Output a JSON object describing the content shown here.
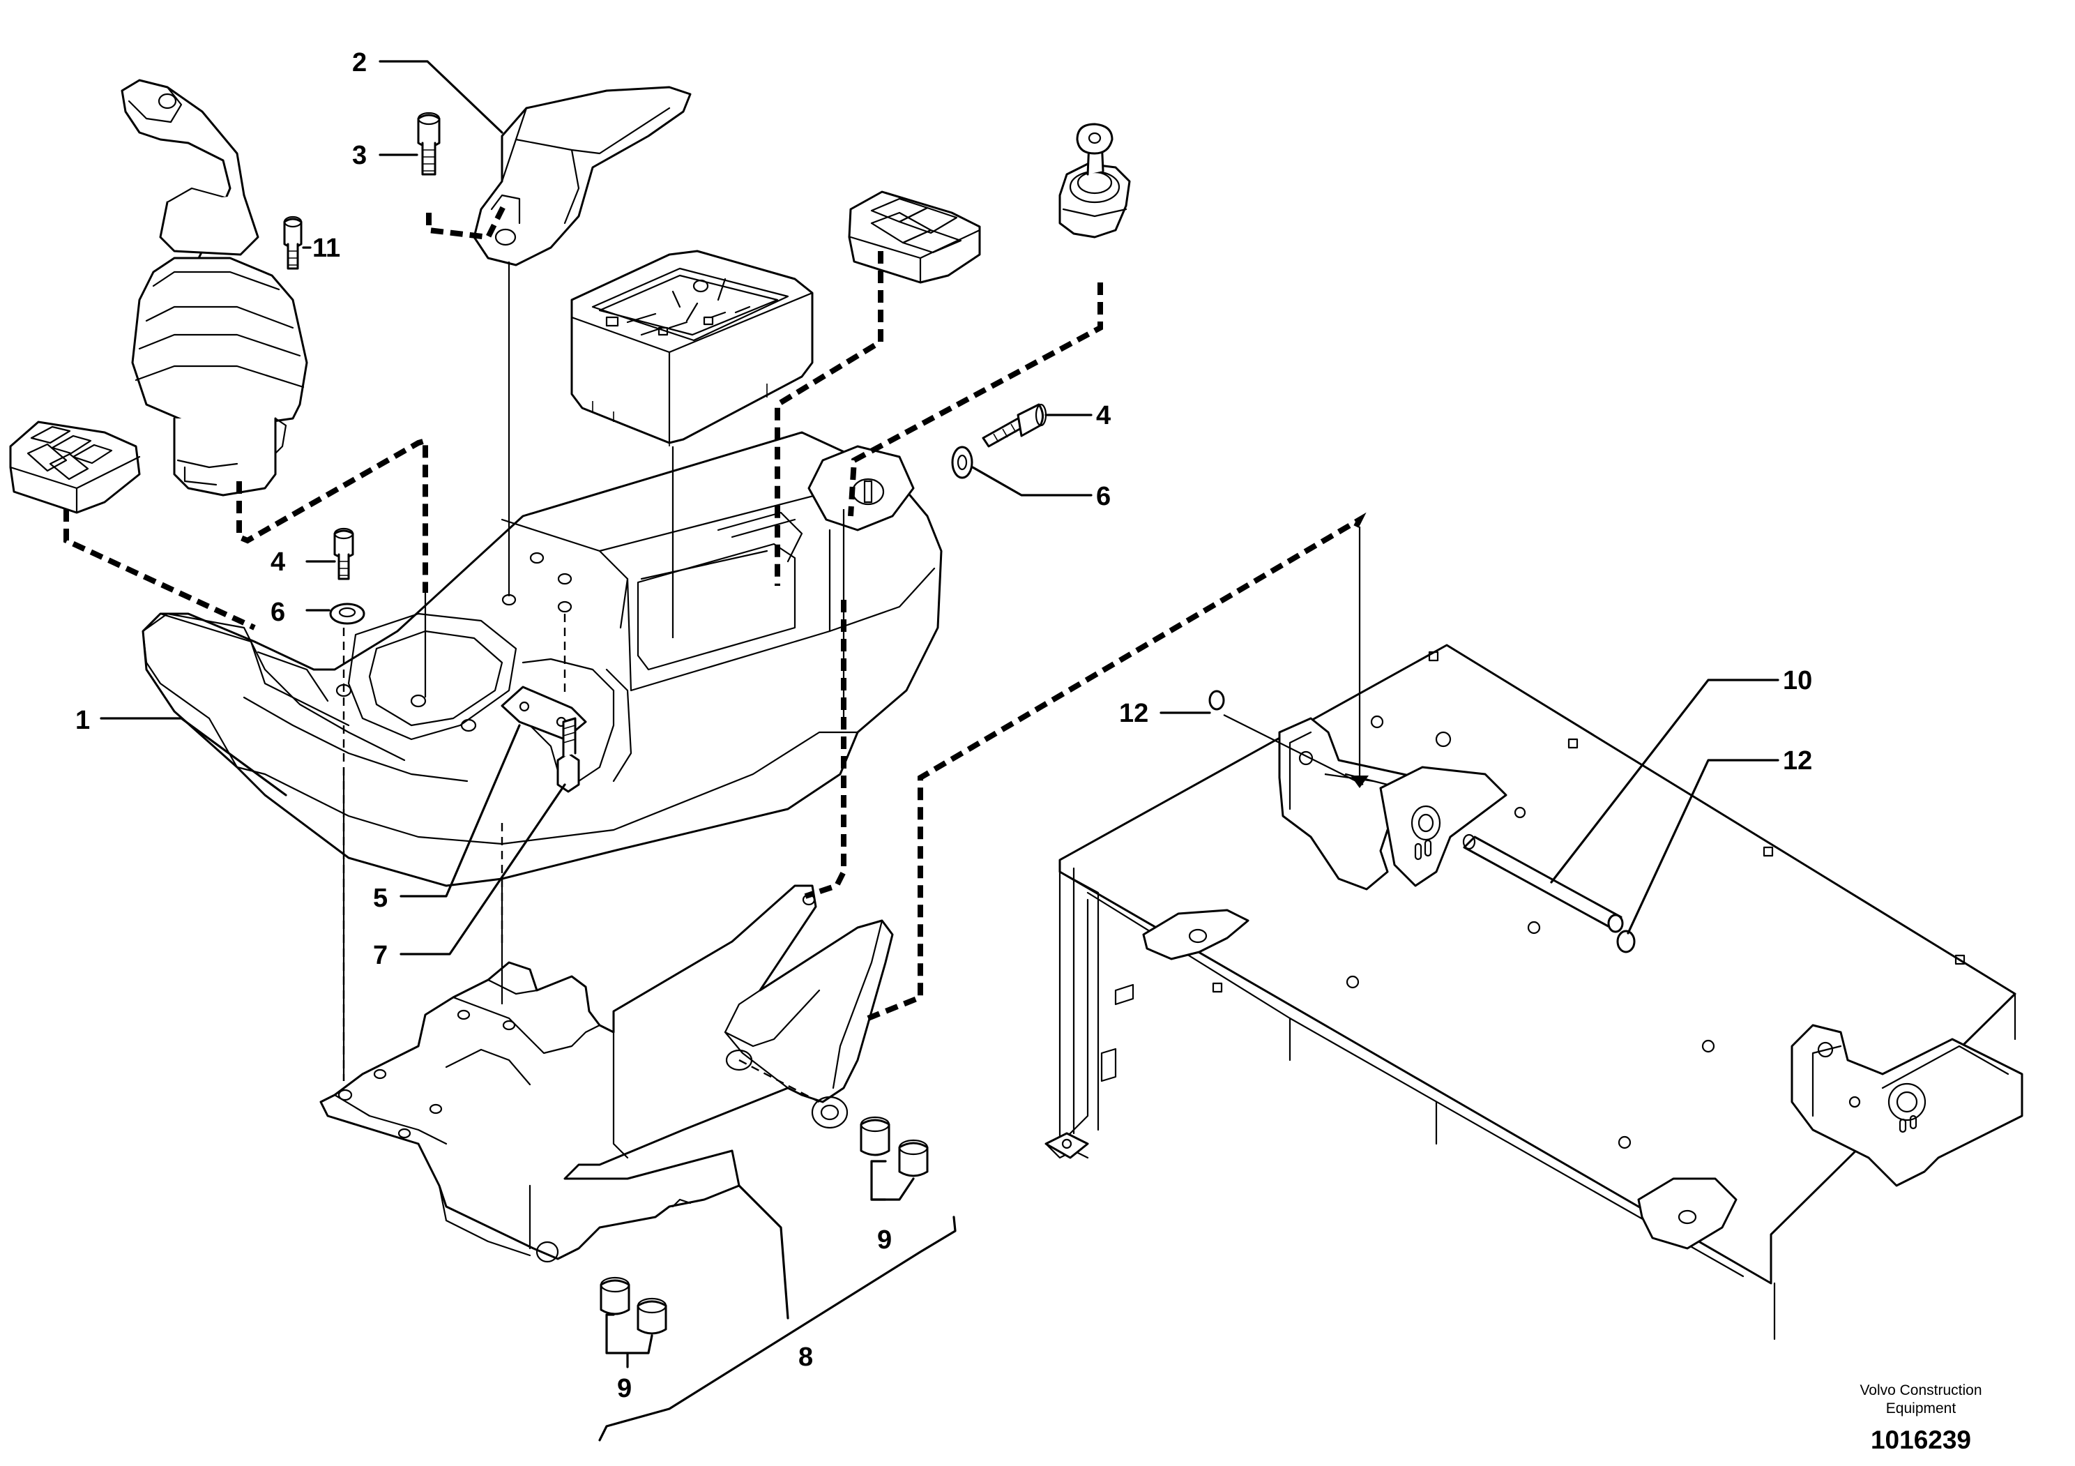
{
  "callouts": {
    "c1": "1",
    "c2": "2",
    "c3": "3",
    "c4a": "4",
    "c4b": "4",
    "c5": "5",
    "c6a": "6",
    "c6b": "6",
    "c7": "7",
    "c8": "8",
    "c9a": "9",
    "c9b": "9",
    "c10": "10",
    "c11": "11",
    "c12a": "12",
    "c12b": "12"
  },
  "footer": {
    "brand_line1": "Volvo Construction",
    "brand_line2": "Equipment",
    "document_number": "1016239"
  }
}
